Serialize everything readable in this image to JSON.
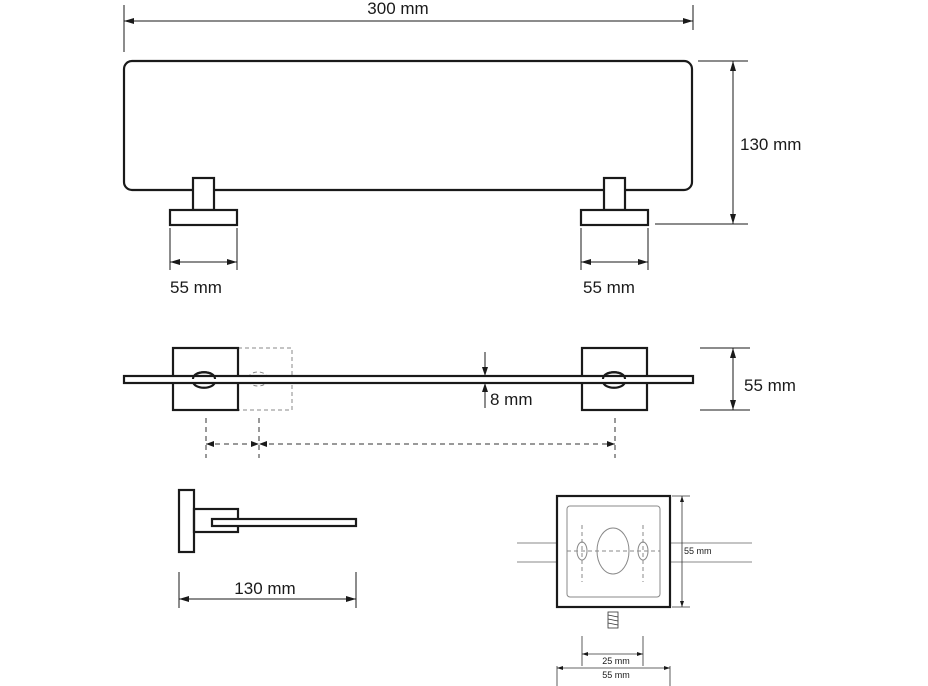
{
  "dimensions": {
    "top_width": "300 mm",
    "top_height": "130 mm",
    "left_mount_width": "55 mm",
    "right_mount_width": "55 mm",
    "plan_depth": "55 mm",
    "glass_thickness": "8 mm",
    "side_depth": "130 mm",
    "detail_side": "55 mm",
    "detail_hole_spacing": "25 mm",
    "detail_width": "55 mm"
  }
}
